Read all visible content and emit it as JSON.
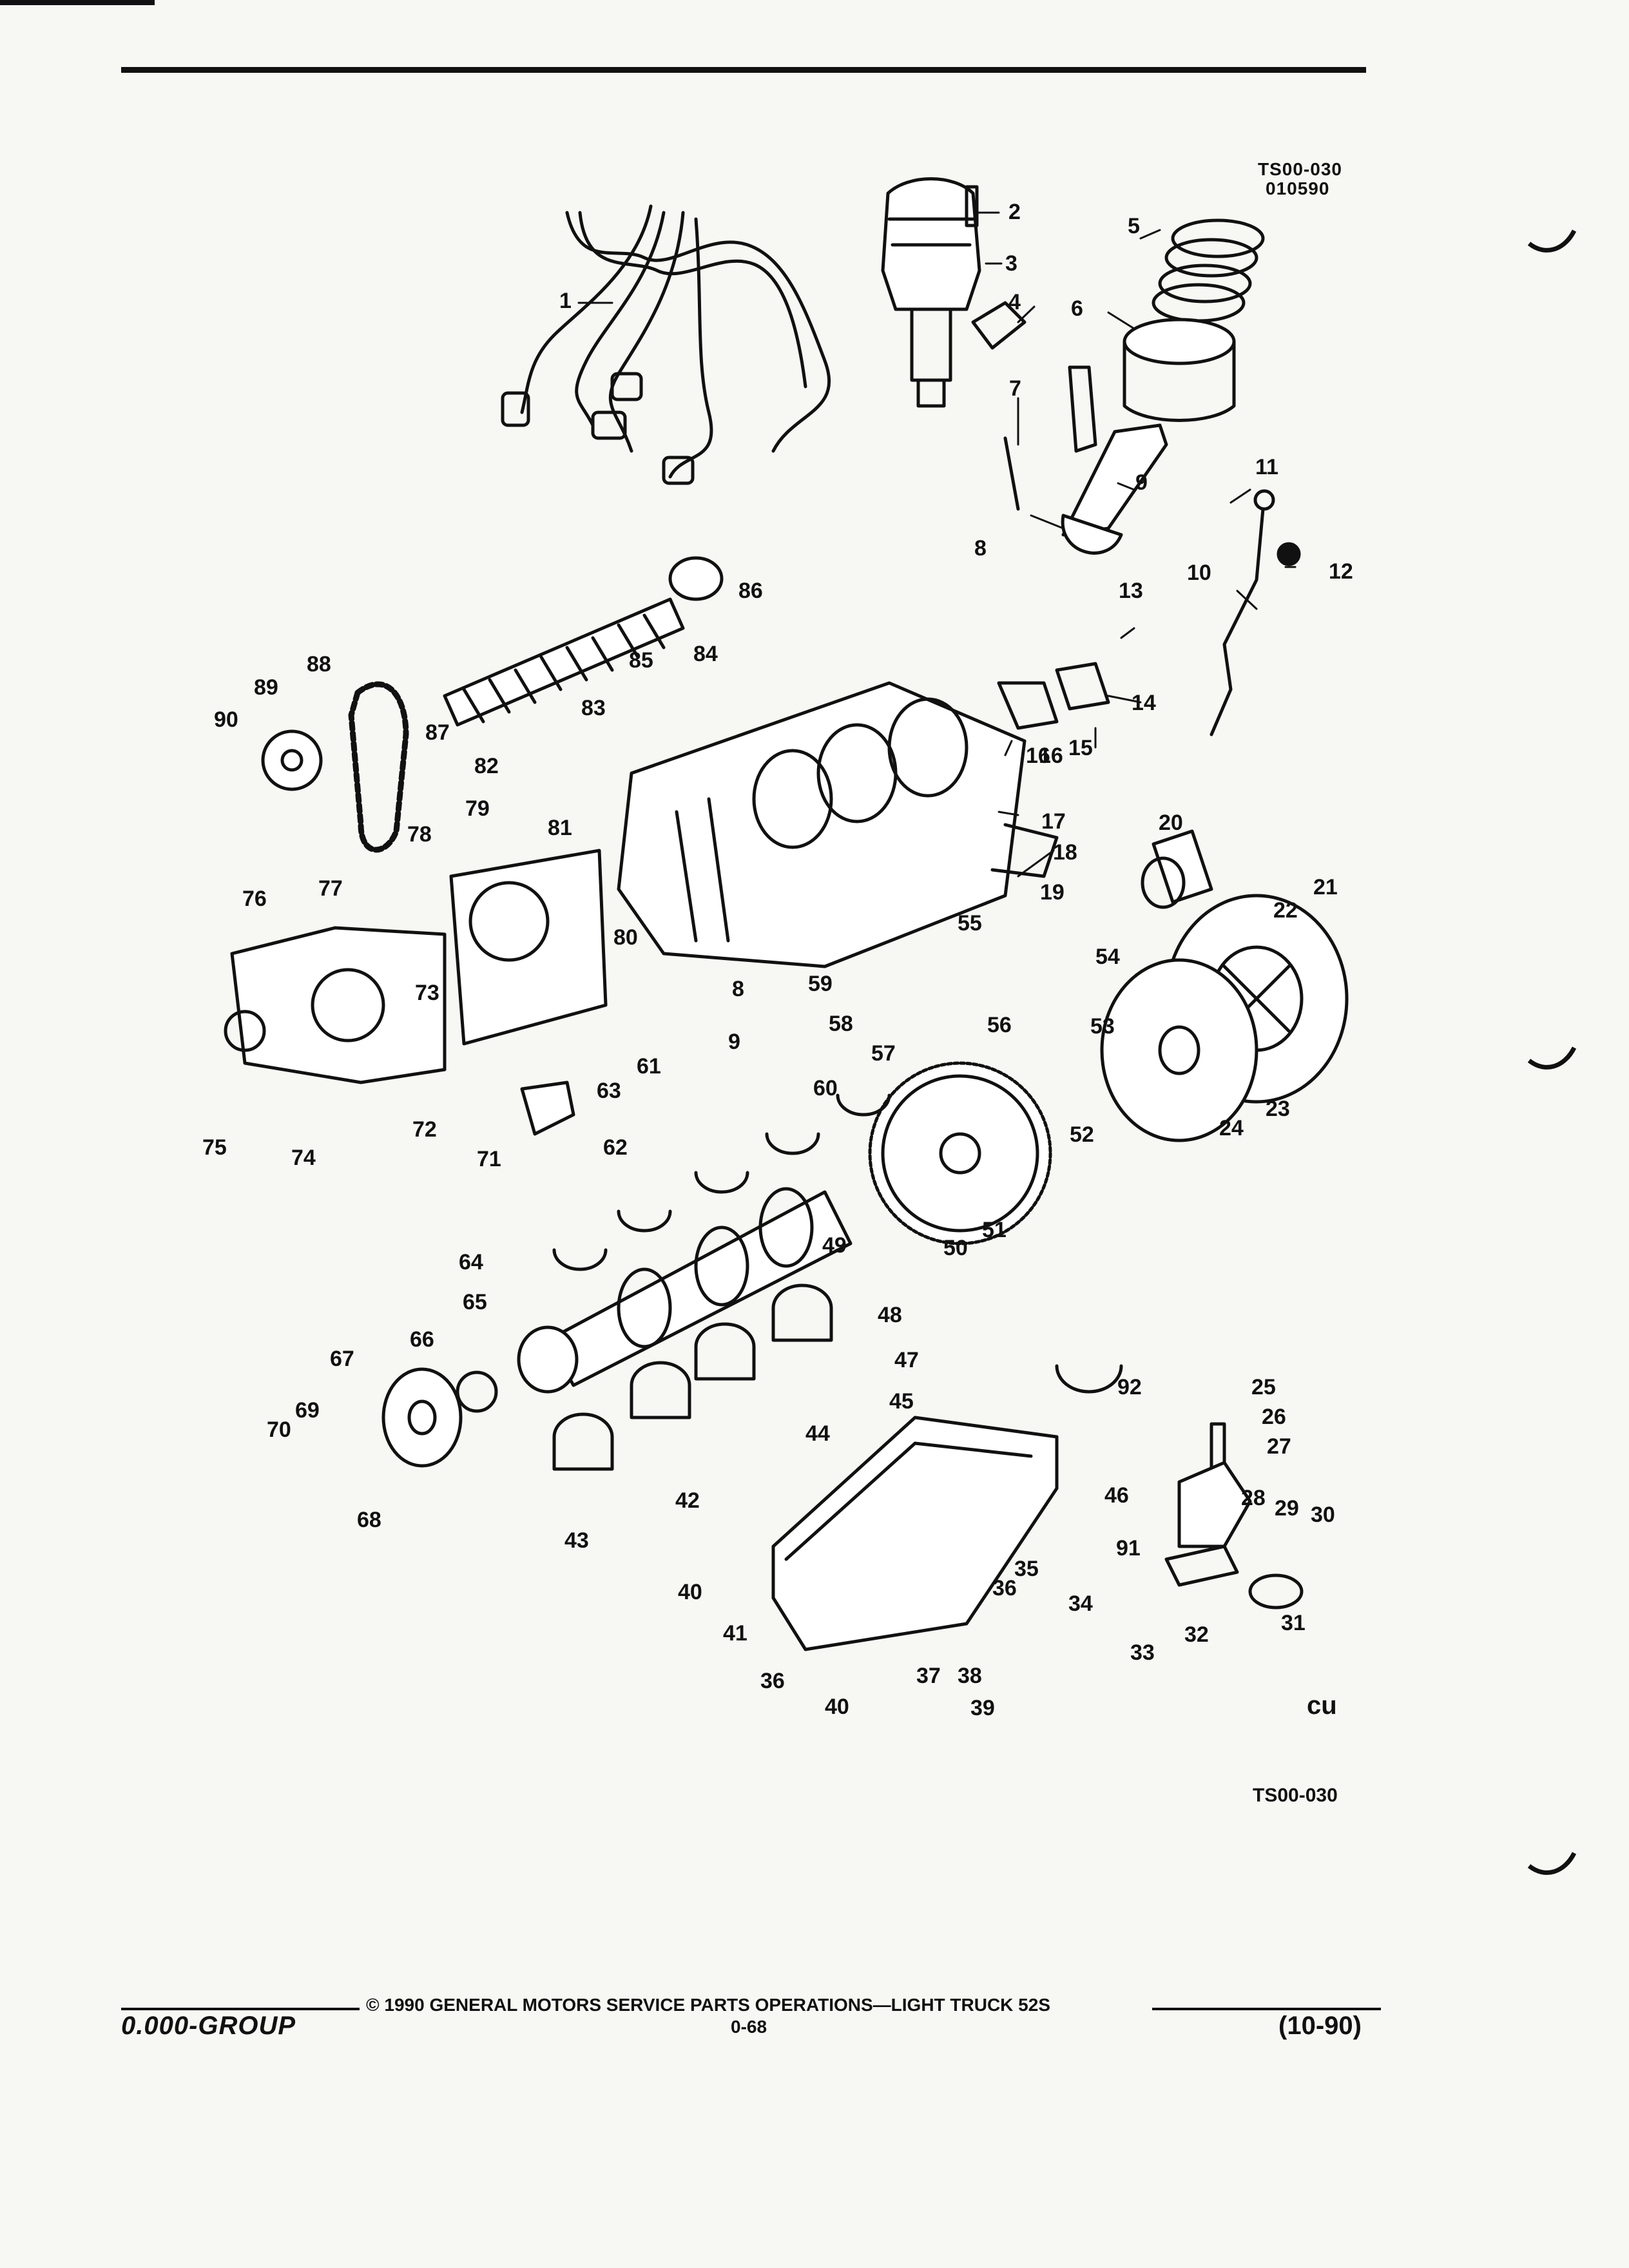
{
  "header": {
    "figure_code": "TS00-030",
    "figure_date": "010590"
  },
  "diagram": {
    "callouts": [
      "1",
      "2",
      "3",
      "4",
      "5",
      "6",
      "7",
      "8",
      "9",
      "10",
      "11",
      "12",
      "13",
      "14",
      "15",
      "16",
      "17",
      "18",
      "19",
      "20",
      "21",
      "22",
      "23",
      "24",
      "25",
      "26",
      "27",
      "28",
      "29",
      "30",
      "31",
      "32",
      "33",
      "34",
      "35",
      "36",
      "37",
      "38",
      "39",
      "40",
      "41",
      "42",
      "43",
      "44",
      "45",
      "46",
      "47",
      "48",
      "49",
      "50",
      "51",
      "52",
      "53",
      "54",
      "55",
      "56",
      "57",
      "58",
      "59",
      "60",
      "61",
      "62",
      "63",
      "64",
      "65",
      "66",
      "67",
      "68",
      "69",
      "70",
      "71",
      "72",
      "73",
      "74",
      "75",
      "76",
      "77",
      "78",
      "79",
      "80",
      "81",
      "82",
      "83",
      "84",
      "85",
      "86",
      "87",
      "88",
      "89",
      "90",
      "91",
      "92"
    ],
    "extra_callouts": {
      "p8b": "8",
      "p9b": "9",
      "p16b": "16",
      "p36b": "36",
      "p40b": "40"
    },
    "figure_code_bottom": "TS00-030",
    "logo_mark": "cu"
  },
  "footer": {
    "copyright": "© 1990 GENERAL MOTORS SERVICE PARTS OPERATIONS—LIGHT TRUCK 52S",
    "group": "0.000-GROUP",
    "page": "0-68",
    "revision": "(10-90)"
  }
}
